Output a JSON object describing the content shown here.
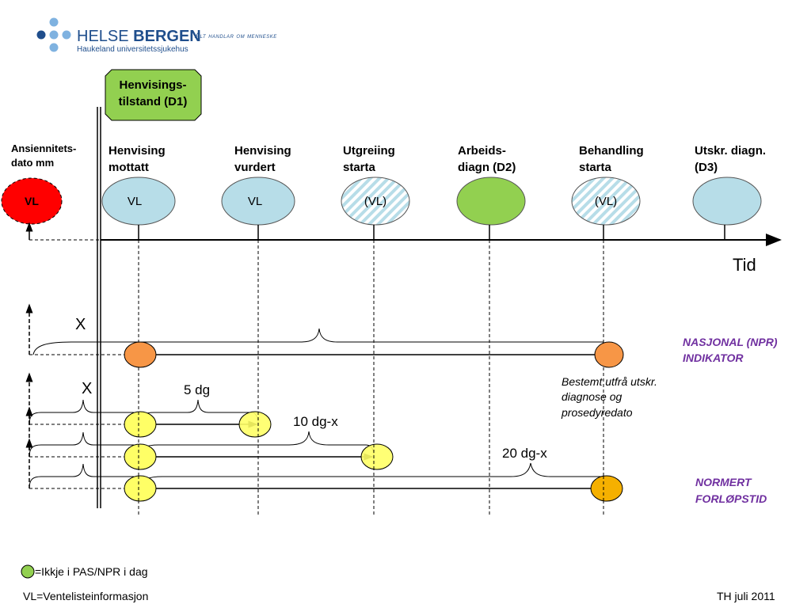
{
  "logo": {
    "brand_light": "HELSE",
    "brand_bold": "BERGEN",
    "subtitle": "Haukeland universitetssjukehus",
    "tagline": "- Alt handlar om menneske"
  },
  "state_box": {
    "lines": [
      "Henvisings-",
      "tilstand (D1)"
    ],
    "color": "#92d050"
  },
  "seniority": {
    "lines": [
      "Ansiennitets-",
      "dato mm"
    ],
    "ellipse_label": "VL",
    "color": "#ff0000"
  },
  "stages": [
    {
      "lines": [
        "Henvising",
        "mottatt"
      ],
      "ellipse_label": "VL",
      "style": "solid"
    },
    {
      "lines": [
        "Henvising",
        "vurdert"
      ],
      "ellipse_label": "VL",
      "style": "solid"
    },
    {
      "lines": [
        "Utgreiing",
        "starta"
      ],
      "ellipse_label": "(VL)",
      "style": "hatched"
    },
    {
      "lines": [
        "Arbeids-",
        "diagn (D2)"
      ],
      "ellipse_label": "",
      "style": "green"
    },
    {
      "lines": [
        "Behandling",
        "starta"
      ],
      "ellipse_label": "(VL)",
      "style": "hatched"
    },
    {
      "lines": [
        "Utskr. diagn.",
        "(D3)"
      ],
      "ellipse_label": "",
      "style": "solid"
    }
  ],
  "axis_label": "Tid",
  "annotations": {
    "x1": "X",
    "x2": "X",
    "d5": "5 dg",
    "d10": "10 dg-x",
    "d20": "20 dg-x"
  },
  "npr_indicator": {
    "lines": [
      "NASJONAL (NPR)",
      "INDIKATOR"
    ]
  },
  "npr_note": {
    "lines": [
      "Bestemt utfrå utskr.",
      "diagnose og",
      "prosedyredato"
    ]
  },
  "normert": {
    "lines": [
      "NORMERT",
      "FORLØPSTID"
    ]
  },
  "legend": {
    "green_dot": "=Ikkje i PAS/NPR i dag",
    "vl": "VL=Ventelisteinformasjon"
  },
  "footer": "TH juli 2011",
  "colors": {
    "ellipse_blue": "#b7dde8",
    "orange": "#f79646",
    "yellow": "#ffff66",
    "purple": "#7030a0",
    "logo_dark": "#1f4e8c",
    "logo_light": "#7fb2e0"
  }
}
